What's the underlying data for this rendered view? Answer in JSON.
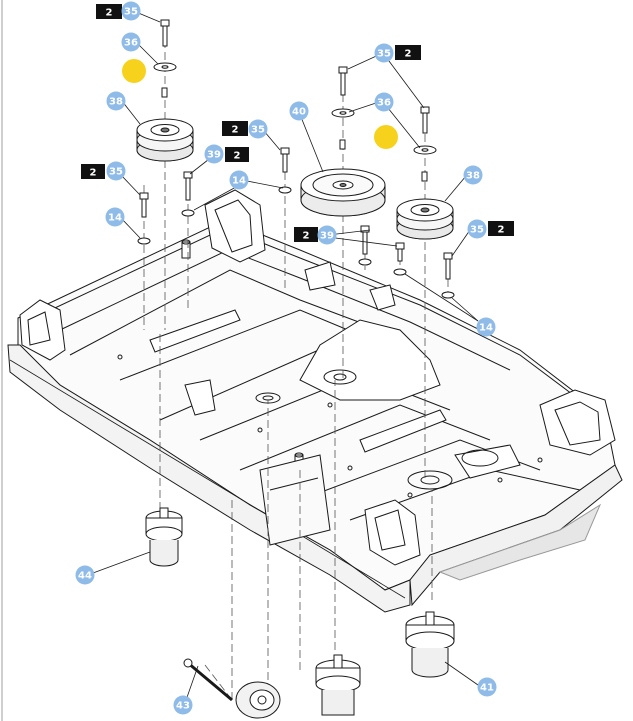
{
  "colors": {
    "line": "#1a1a1a",
    "callout_fill": "#8fbbe8",
    "callout_text": "#ffffff",
    "tag_fill": "#111111",
    "tag_text": "#ffffff",
    "highlight_dot": "#f6d21c",
    "border": "#cfcfcf"
  },
  "callouts": [
    {
      "id": "c35-a",
      "num": "35"
    },
    {
      "id": "c36-a",
      "num": "36"
    },
    {
      "id": "c38-a",
      "num": "38"
    },
    {
      "id": "c35-b",
      "num": "35"
    },
    {
      "id": "c39-a",
      "num": "39"
    },
    {
      "id": "c35-c",
      "num": "35"
    },
    {
      "id": "c14-a",
      "num": "14"
    },
    {
      "id": "c14-b",
      "num": "14"
    },
    {
      "id": "c40",
      "num": "40"
    },
    {
      "id": "c35-d",
      "num": "35"
    },
    {
      "id": "c36-b",
      "num": "36"
    },
    {
      "id": "c38-b",
      "num": "38"
    },
    {
      "id": "c39-b",
      "num": "39"
    },
    {
      "id": "c35-e",
      "num": "35"
    },
    {
      "id": "c14-c",
      "num": "14"
    },
    {
      "id": "c44",
      "num": "44"
    },
    {
      "id": "c43",
      "num": "43"
    },
    {
      "id": "c41",
      "num": "41"
    }
  ],
  "qty_tags": [
    {
      "id": "t-35a",
      "qty": "2"
    },
    {
      "id": "t-35b",
      "qty": "2"
    },
    {
      "id": "t-39a",
      "qty": "2"
    },
    {
      "id": "t-35c",
      "qty": "2"
    },
    {
      "id": "t-35d",
      "qty": "2"
    },
    {
      "id": "t-39b",
      "qty": "2"
    },
    {
      "id": "t-35e",
      "qty": "2"
    }
  ]
}
